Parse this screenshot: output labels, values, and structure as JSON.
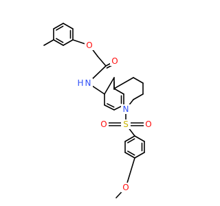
{
  "colors": {
    "bond": "#000000",
    "carbon": "#000000",
    "oxygen": "#ff0d0d",
    "nitrogen": "#3050f8",
    "sulfur": "#c8b400"
  },
  "labels": {
    "ether_o": "O",
    "carbonyl_o": "O",
    "amide_n": "N",
    "amide_h": "H",
    "ring_n": "N",
    "sulfur": "S",
    "sulfonyl_o_left": "O",
    "sulfonyl_o_right": "O",
    "methoxy_o": "O"
  }
}
